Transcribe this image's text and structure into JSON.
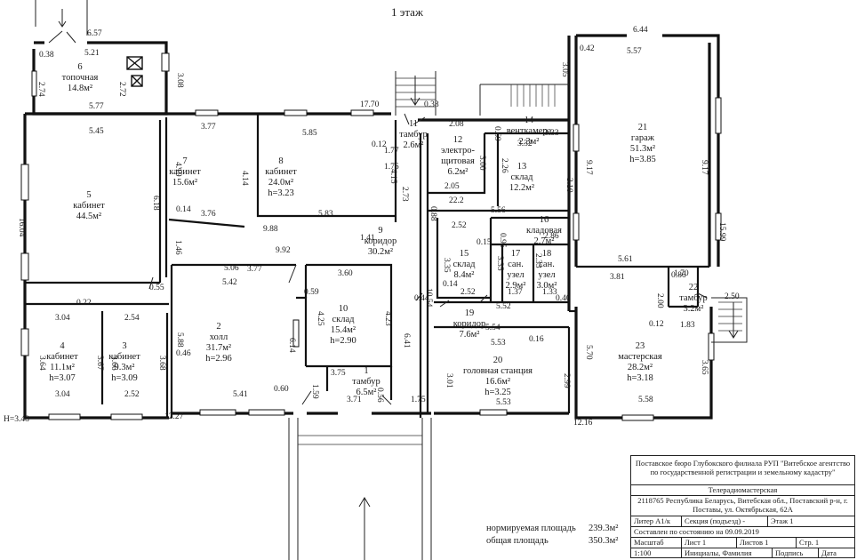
{
  "header": {
    "floor": "1 этаж"
  },
  "rooms": [
    {
      "id": "1",
      "name": "тамбур",
      "area": "6.5м²"
    },
    {
      "id": "2",
      "name": "холл",
      "area": "31.7м²",
      "height": "h=2.96"
    },
    {
      "id": "3",
      "name": "кабинет",
      "area": "9.3м²",
      "height": "h=3.09"
    },
    {
      "id": "4",
      "name": "кабинет",
      "area": "11.1м²",
      "height": "h=3.07"
    },
    {
      "id": "5",
      "name": "кабинет",
      "area": "44.5м²"
    },
    {
      "id": "6",
      "name": "топочная",
      "area": "14.8м²"
    },
    {
      "id": "7",
      "name": "кабинет",
      "area": "15.6м²"
    },
    {
      "id": "8",
      "name": "кабинет",
      "area": "24.0м²",
      "height": "h=3.23"
    },
    {
      "id": "9",
      "name": "коридор",
      "area": "30.2м²"
    },
    {
      "id": "10",
      "name": "склад",
      "area": "15.4м²",
      "height": "h=2.90"
    },
    {
      "id": "11",
      "name": "тамбур",
      "area": "2.6м²"
    },
    {
      "id": "12",
      "name": "электро-\nщитовая",
      "area": "6.2м²"
    },
    {
      "id": "13",
      "name": "склад",
      "area": "12.2м²"
    },
    {
      "id": "14",
      "name": "венткамера",
      "area": "2.3м²"
    },
    {
      "id": "15",
      "name": "склад",
      "area": "8.4м²"
    },
    {
      "id": "16",
      "name": "кладовая",
      "area": "2.7м²"
    },
    {
      "id": "17",
      "name": "сан.\nузел",
      "area": "2.9м²"
    },
    {
      "id": "18",
      "name": "сан.\nузел",
      "area": "3.0м²"
    },
    {
      "id": "19",
      "name": "коридор",
      "area": "7.6м²"
    },
    {
      "id": "20",
      "name": "головная станция",
      "area": "16.6м²",
      "height": "h=3.25"
    },
    {
      "id": "21",
      "name": "гараж",
      "area": "51.3м²",
      "height": "h=3.85"
    },
    {
      "id": "22",
      "name": "тамбур",
      "area": "3.2м²"
    },
    {
      "id": "23",
      "name": "мастерская",
      "area": "28.2м²",
      "height": "h=3.18"
    }
  ],
  "dimensions": [
    "6.57",
    "5.21",
    "0.38",
    "2.74",
    "2.72",
    "3.08",
    "5.77",
    "17.70",
    "0.38",
    "6.44",
    "0.42",
    "5.57",
    "3.05",
    "5.45",
    "3.77",
    "5.85",
    "2.08",
    "0.69",
    "3.33",
    "3.32",
    "3.00",
    "2.26",
    "9.17",
    "9.17",
    "16.04",
    "6.18",
    "4.19",
    "4.14",
    "4.15",
    "0.12",
    "1.77",
    "1.76",
    "2.73",
    "2.05",
    "0.88",
    "22.2",
    "3.10",
    "0.14",
    "3.76",
    "5.83",
    "5.56",
    "2.52",
    "0.95",
    "2.86",
    "15.99",
    "1.46",
    "9.88",
    "1.41",
    "0.15",
    "2.33",
    "3.35",
    "3.35",
    "5.61",
    "9.92",
    "5.06",
    "5.42",
    "3.60",
    "1.70",
    "3.81",
    "2.00",
    "0.86",
    "0.55",
    "0.59",
    "0.22",
    "4.25",
    "4.23",
    "10.54",
    "0.14",
    "2.52",
    "5.52",
    "1.37",
    "1.33",
    "0.44",
    "0.40",
    "3.04",
    "2.54",
    "5.88",
    "6.14",
    "6.41",
    "3.77",
    "5.54",
    "0.16",
    "0.12",
    "1.83",
    "3.64",
    "3.67",
    "3.66",
    "3.68",
    "0.46",
    "3.75",
    "5.53",
    "5.70",
    "3.01",
    "2.99",
    "3.65",
    "3.04",
    "2.52",
    "5.41",
    "0.60",
    "1.59",
    "0.56",
    "3.71",
    "1.75",
    "5.53",
    "5.58",
    "12.27",
    "12.16",
    "2.50"
  ],
  "height_note": "H=3.48",
  "summary": {
    "normative_label": "нормируемая площадь",
    "normative_value": "239.3м²",
    "total_label": "общая площадь",
    "total_value": "350.3м²"
  },
  "stamp": {
    "org": "Поставское бюро Глубокского филиала РУП \"Витебское агентство по государственной регистрации и земельному кадастру\"",
    "object": "Телерадиомастерская",
    "address": "2118765 Республика Беларусь, Витебская обл., Поставский р-н, г. Поставы, ул. Октябрьская, 62А",
    "litera": "Литер А1/к",
    "section": "Секция (подъезд) -",
    "floor": "Этаж 1",
    "composed": "Составлен по состоянию на 09.09.2019",
    "scale_label": "Масштаб",
    "sheet_label": "Лист 1",
    "sheets_label": "Листов 1",
    "page_label": "Стр. 1",
    "scale_value": "1:100",
    "sign_name": "Инициалы, Фамилия",
    "sign_label": "Подпись",
    "date_label": "Дата"
  }
}
